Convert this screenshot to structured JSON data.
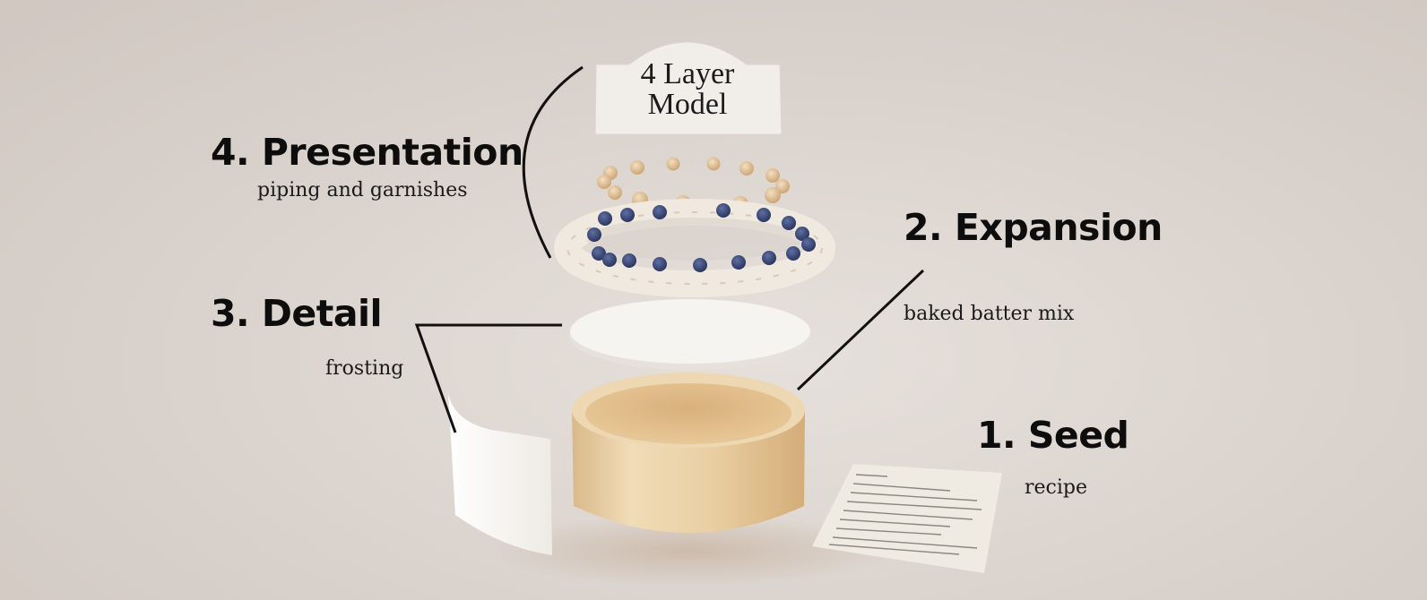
{
  "diagram": {
    "title_sign": {
      "line1": "4 Layer",
      "line2": "Model"
    },
    "layers": [
      {
        "number": "1.",
        "name": "1. Seed",
        "description": "recipe",
        "object": "recipe-card"
      },
      {
        "number": "2.",
        "name": "2. Expansion",
        "description": "baked batter mix",
        "object": "cake-base"
      },
      {
        "number": "3.",
        "name": "3. Detail",
        "description": "frosting",
        "object": "frosting-disc-and-wrap"
      },
      {
        "number": "4.",
        "name": "4. Presentation",
        "description": "piping and garnishes",
        "object": "piping-ring"
      }
    ],
    "colors": {
      "background": "#dcd5cf",
      "label_text": "#0d0d0d",
      "cake": "#e8cfa3",
      "frosting": "#f3f0ea",
      "blueberry": "#3b4a7a",
      "garnish_ball": "#e0c49c",
      "leader_line": "#111111"
    }
  }
}
